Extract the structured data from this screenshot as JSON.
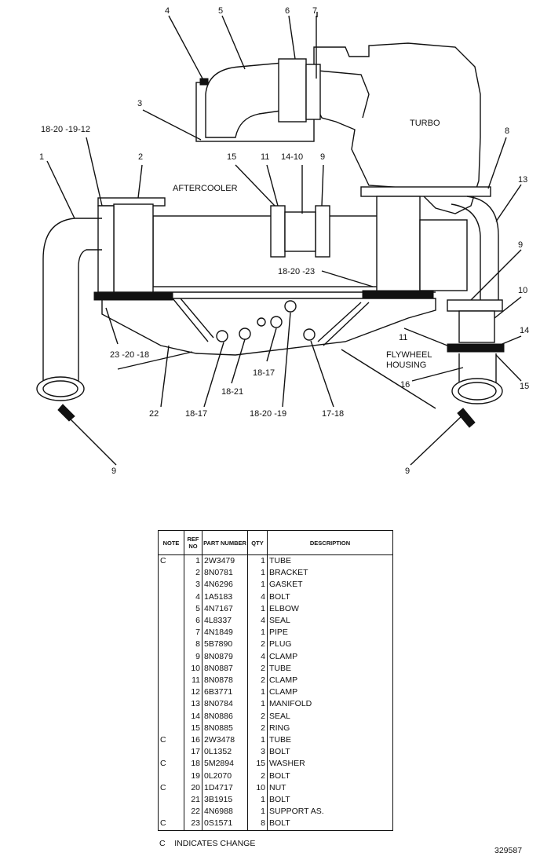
{
  "drawing": {
    "labels": {
      "turbo": "TURBO",
      "aftercooler": "AFTERCOOLER",
      "flywheel_line1": "FLYWHEEL",
      "flywheel_line2": "HOUSING"
    },
    "callouts": {
      "c1": "1",
      "c2": "2",
      "c3": "3",
      "c4": "4",
      "c5": "5",
      "c6": "6",
      "c7": "7",
      "c8": "8",
      "c9a": "9",
      "c9b": "9",
      "c9c": "9",
      "c9d": "9",
      "c10": "10",
      "c11a": "11",
      "c11b": "11",
      "c13": "13",
      "c14": "14",
      "c15a": "15",
      "c15b": "15",
      "c16": "16",
      "c14_10": "14-10",
      "c18_20_19_12": "18-20 -19-12",
      "c18_20_23": "18-20 -23",
      "c23_20_18": "23 -20 -18",
      "c18_17a": "18-17",
      "c18_17b": "18-17",
      "c18_21": "18-21",
      "c18_20_19": "18-20 -19",
      "c17_18": "17-18",
      "c22": "22"
    }
  },
  "table": {
    "headers": {
      "note": "NOTE",
      "ref": "REF NO",
      "part": "PART NUMBER",
      "qty": "QTY",
      "desc": "DESCRIPTION"
    },
    "rows": [
      {
        "note": "C",
        "ref": "1",
        "part": "2W3479",
        "qty": "1",
        "desc": "TUBE"
      },
      {
        "note": "",
        "ref": "2",
        "part": "8N0781",
        "qty": "1",
        "desc": "BRACKET"
      },
      {
        "note": "",
        "ref": "3",
        "part": "4N6296",
        "qty": "1",
        "desc": "GASKET"
      },
      {
        "note": "",
        "ref": "4",
        "part": "1A5183",
        "qty": "4",
        "desc": "BOLT"
      },
      {
        "note": "",
        "ref": "5",
        "part": "4N7167",
        "qty": "1",
        "desc": "ELBOW"
      },
      {
        "note": "",
        "ref": "6",
        "part": "4L8337",
        "qty": "4",
        "desc": "SEAL"
      },
      {
        "note": "",
        "ref": "7",
        "part": "4N1849",
        "qty": "1",
        "desc": "PIPE"
      },
      {
        "note": "",
        "ref": "8",
        "part": "5B7890",
        "qty": "2",
        "desc": "PLUG"
      },
      {
        "note": "",
        "ref": "9",
        "part": "8N0879",
        "qty": "4",
        "desc": "CLAMP"
      },
      {
        "note": "",
        "ref": "10",
        "part": "8N0887",
        "qty": "2",
        "desc": "TUBE"
      },
      {
        "note": "",
        "ref": "11",
        "part": "8N0878",
        "qty": "2",
        "desc": "CLAMP"
      },
      {
        "note": "",
        "ref": "12",
        "part": "6B3771",
        "qty": "1",
        "desc": "CLAMP"
      },
      {
        "note": "",
        "ref": "13",
        "part": "8N0784",
        "qty": "1",
        "desc": "MANIFOLD"
      },
      {
        "note": "",
        "ref": "14",
        "part": "8N0886",
        "qty": "2",
        "desc": "SEAL"
      },
      {
        "note": "",
        "ref": "15",
        "part": "8N0885",
        "qty": "2",
        "desc": "RING"
      },
      {
        "note": "C",
        "ref": "16",
        "part": "2W3478",
        "qty": "1",
        "desc": "TUBE"
      },
      {
        "note": "",
        "ref": "17",
        "part": "0L1352",
        "qty": "3",
        "desc": "BOLT"
      },
      {
        "note": "C",
        "ref": "18",
        "part": "5M2894",
        "qty": "15",
        "desc": "WASHER"
      },
      {
        "note": "",
        "ref": "19",
        "part": "0L2070",
        "qty": "2",
        "desc": "BOLT"
      },
      {
        "note": "C",
        "ref": "20",
        "part": "1D4717",
        "qty": "10",
        "desc": "NUT"
      },
      {
        "note": "",
        "ref": "21",
        "part": "3B1915",
        "qty": "1",
        "desc": "BOLT"
      },
      {
        "note": "",
        "ref": "22",
        "part": "4N6988",
        "qty": "1",
        "desc": "SUPPORT AS."
      },
      {
        "note": "C",
        "ref": "23",
        "part": "0S1571",
        "qty": "8",
        "desc": "BOLT"
      }
    ]
  },
  "footer": {
    "note": "C    INDICATES CHANGE",
    "drawing_number": "329587"
  }
}
